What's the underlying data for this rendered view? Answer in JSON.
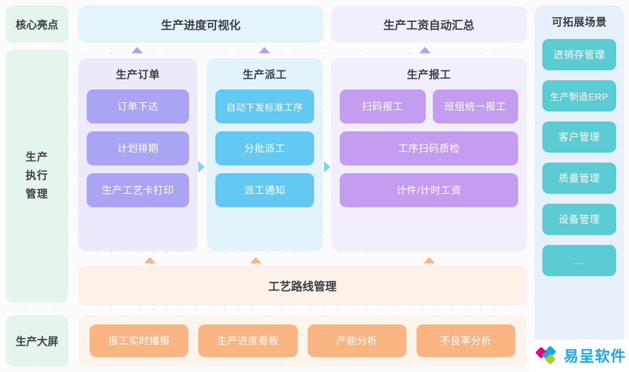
{
  "left_column": {
    "items": [
      {
        "label": "核心亮点",
        "stacked": false
      },
      {
        "label": "生产执行管理",
        "stacked": true
      },
      {
        "label": "生产大屏",
        "stacked": false
      }
    ],
    "stacked_lines": [
      "生产",
      "执行",
      "管理"
    ]
  },
  "banners": [
    {
      "label": "生产进度可视化"
    },
    {
      "label": "生产工资自动汇总"
    }
  ],
  "cards": [
    {
      "title": "生产订单",
      "rows": [
        [
          "订单下达"
        ],
        [
          "计划排期"
        ],
        [
          "生产工艺卡打印"
        ]
      ]
    },
    {
      "title": "生产派工",
      "rows": [
        [
          "自动下发标准工序"
        ],
        [
          "分批派工"
        ],
        [
          "派工通知"
        ]
      ]
    },
    {
      "title": "生产报工",
      "rows": [
        [
          "扫码报工",
          "班组统一报工"
        ],
        [
          "工序扫码质检"
        ],
        [
          "计件/计时工资"
        ]
      ]
    }
  ],
  "route_bar": {
    "label": "工艺路线管理"
  },
  "screen_row": {
    "buttons": [
      "报工实时播报",
      "生产进度看板",
      "产能分析",
      "不良率分析"
    ]
  },
  "sidebar": {
    "title": "可拓展场景",
    "items": [
      "进销存管理",
      "生产制造ERP",
      "客户管理",
      "质量管理",
      "设备管理",
      "..."
    ]
  },
  "logo": {
    "text": "易呈软件"
  },
  "colors": {
    "mint": "#e5f5ec",
    "banner_blue": "#e4f4fd",
    "banner_lilac": "#f3eefb",
    "sidebar_bg": "#e8f1fb",
    "btn_purple": "#a9a4f3",
    "btn_blue": "#63c8f2",
    "btn_violet": "#c49cf0",
    "btn_orange": "#fbb583",
    "btn_teal": "#5bcbd4",
    "route_bg": "#fdf2ea",
    "logo_blue": "#1ca6e8"
  }
}
